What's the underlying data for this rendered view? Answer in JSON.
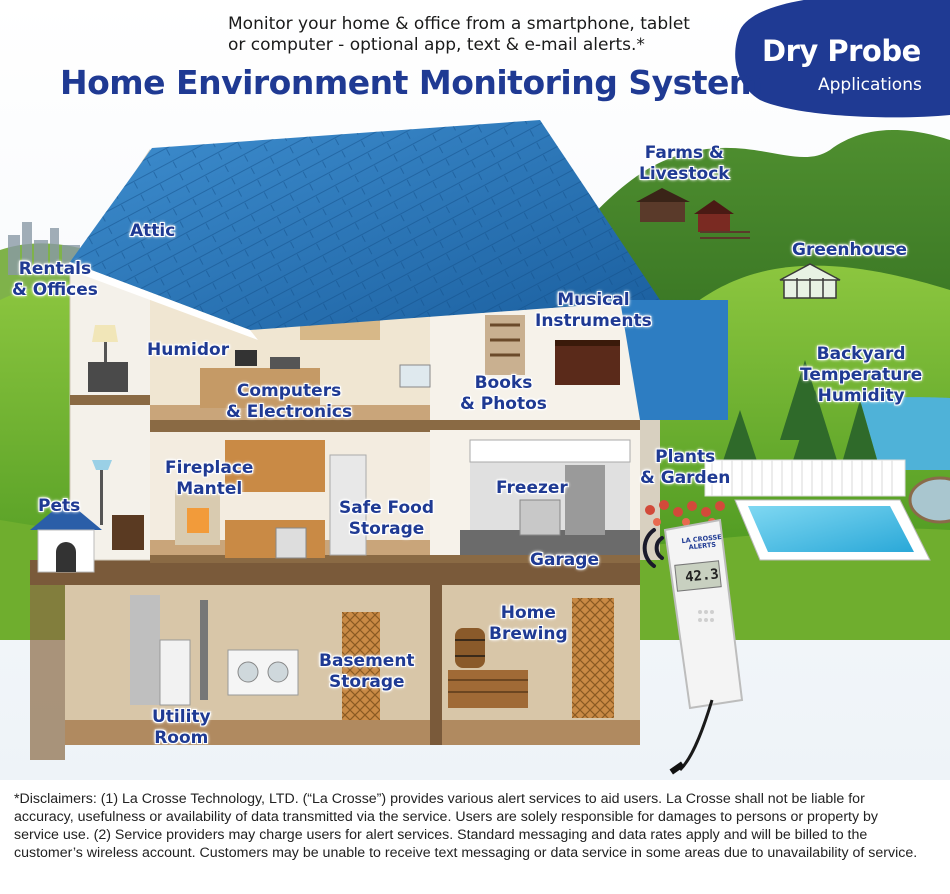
{
  "header": {
    "tagline_lines": [
      "Monitor your home & office from a smartphone, tablet",
      "or computer - optional app, text & e-mail alerts.*"
    ],
    "title": "Home Environment Monitoring System",
    "badge": {
      "title": "Dry Probe",
      "subtitle": "Applications"
    }
  },
  "labels": {
    "attic": [
      "Attic"
    ],
    "rentals": [
      "Rentals",
      "& Offices"
    ],
    "humidor": [
      "Humidor"
    ],
    "computers": [
      "Computers",
      "& Electronics"
    ],
    "fireplace": [
      "Fireplace",
      "Mantel"
    ],
    "pets": [
      "Pets"
    ],
    "safe_food": [
      "Safe Food",
      "Storage"
    ],
    "books": [
      "Books",
      "& Photos"
    ],
    "musical": [
      "Musical",
      "Instruments"
    ],
    "freezer": [
      "Freezer"
    ],
    "garage": [
      "Garage"
    ],
    "farms": [
      "Farms &",
      "Livestock"
    ],
    "greenhouse": [
      "Greenhouse"
    ],
    "backyard": [
      "Backyard",
      "Temperature",
      "Humidity"
    ],
    "plants": [
      "Plants",
      "& Garden"
    ],
    "home_brewing": [
      "Home",
      "Brewing"
    ],
    "basement": [
      "Basement",
      "Storage"
    ],
    "utility": [
      "Utility",
      "Room"
    ]
  },
  "device": {
    "brand_lines": [
      "LA CROSSE",
      "ALERTS"
    ],
    "display_value": "42.3"
  },
  "disclaimer_lines": [
    "*Disclaimers: (1) La Crosse Technology, LTD. (“La Crosse”) provides various alert services to aid users.  La Crosse shall not be liable for",
    "accuracy, usefulness or availability of data transmitted via the service. Users are solely responsible for damages to persons or property by",
    "service use. (2) Service providers may charge users for alert services. Standard messaging and data rates apply and will be billed to the",
    "customer’s wireless account. Customers may be unable to receive text messaging or data service in some areas due to unavailability of service."
  ],
  "colors": {
    "title_blue": "#1f3a93",
    "roof_blue": "#1f6fb3",
    "grass_green": "#6fae2e"
  }
}
